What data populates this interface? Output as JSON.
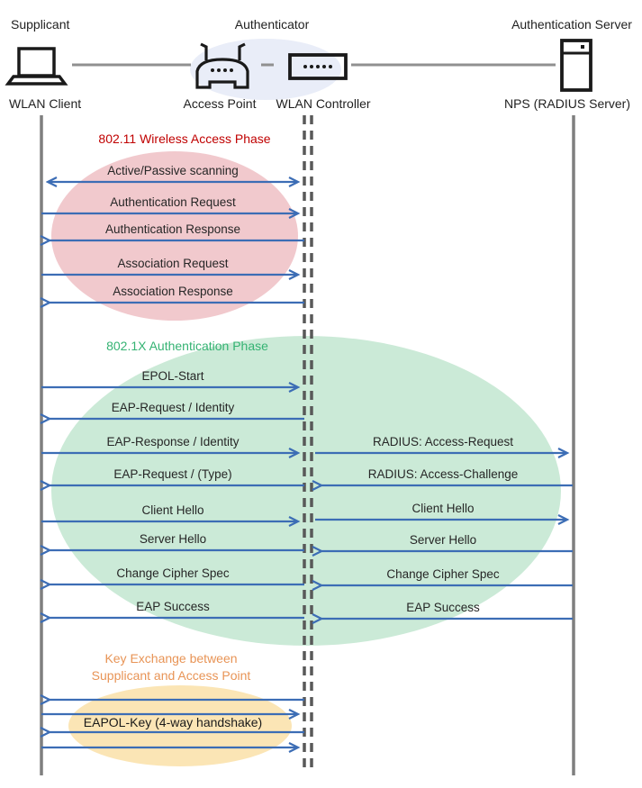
{
  "header": {
    "roles": {
      "supplicant": "Supplicant",
      "authenticator": "Authenticator",
      "authentication_server": "Authentication Server"
    },
    "nodes": {
      "wlan_client": "WLAN Client",
      "access_point": "Access Point",
      "wlan_controller": "WLAN Controller",
      "nps": "NPS (RADIUS Server)"
    },
    "icons": {
      "supplicant": "laptop-icon",
      "access_point": "wireless-router-icon",
      "wlan_controller": "controller-box-icon",
      "authentication_server": "server-tower-icon"
    }
  },
  "phases": {
    "wireless": {
      "title": "802.11 Wireless Access Phase",
      "color": "#C00000",
      "ellipse_color": "#F1C9CD"
    },
    "dot1x": {
      "title": "802.1X Authentication Phase",
      "color": "#35B373",
      "ellipse_color": "#CBEAD7"
    },
    "key_exchange": {
      "title_line1": "Key Exchange between",
      "title_line2": "Supplicant and Access Point",
      "color": "#E89456",
      "ellipse_color": "#FBE5B5"
    }
  },
  "messages": {
    "left": [
      "Active/Passive scanning",
      "Authentication Request",
      "Authentication Response",
      "Association Request",
      "Association Response",
      "EPOL-Start",
      "EAP-Request / Identity",
      "EAP-Response / Identity",
      "EAP-Request / (Type)",
      "Client Hello",
      "Server Hello",
      "Change Cipher Spec",
      "EAP Success"
    ],
    "right": [
      "RADIUS: Access-Request",
      "RADIUS: Access-Challenge",
      "Client Hello",
      "Server Hello",
      "Change Cipher Spec",
      "EAP Success"
    ],
    "key_exchange": "EAPOL-Key (4-way handshake)"
  },
  "colors": {
    "arrow": "#3C6DB5",
    "lifeline": "#7F7F7F",
    "dashed_lifeline": "#595959",
    "header_link": "#909090",
    "authenticator_ellipse": "#E9EDF8",
    "phase_red_text": "#C00000",
    "phase_green_text": "#35B373",
    "phase_orange_text": "#E89456"
  }
}
